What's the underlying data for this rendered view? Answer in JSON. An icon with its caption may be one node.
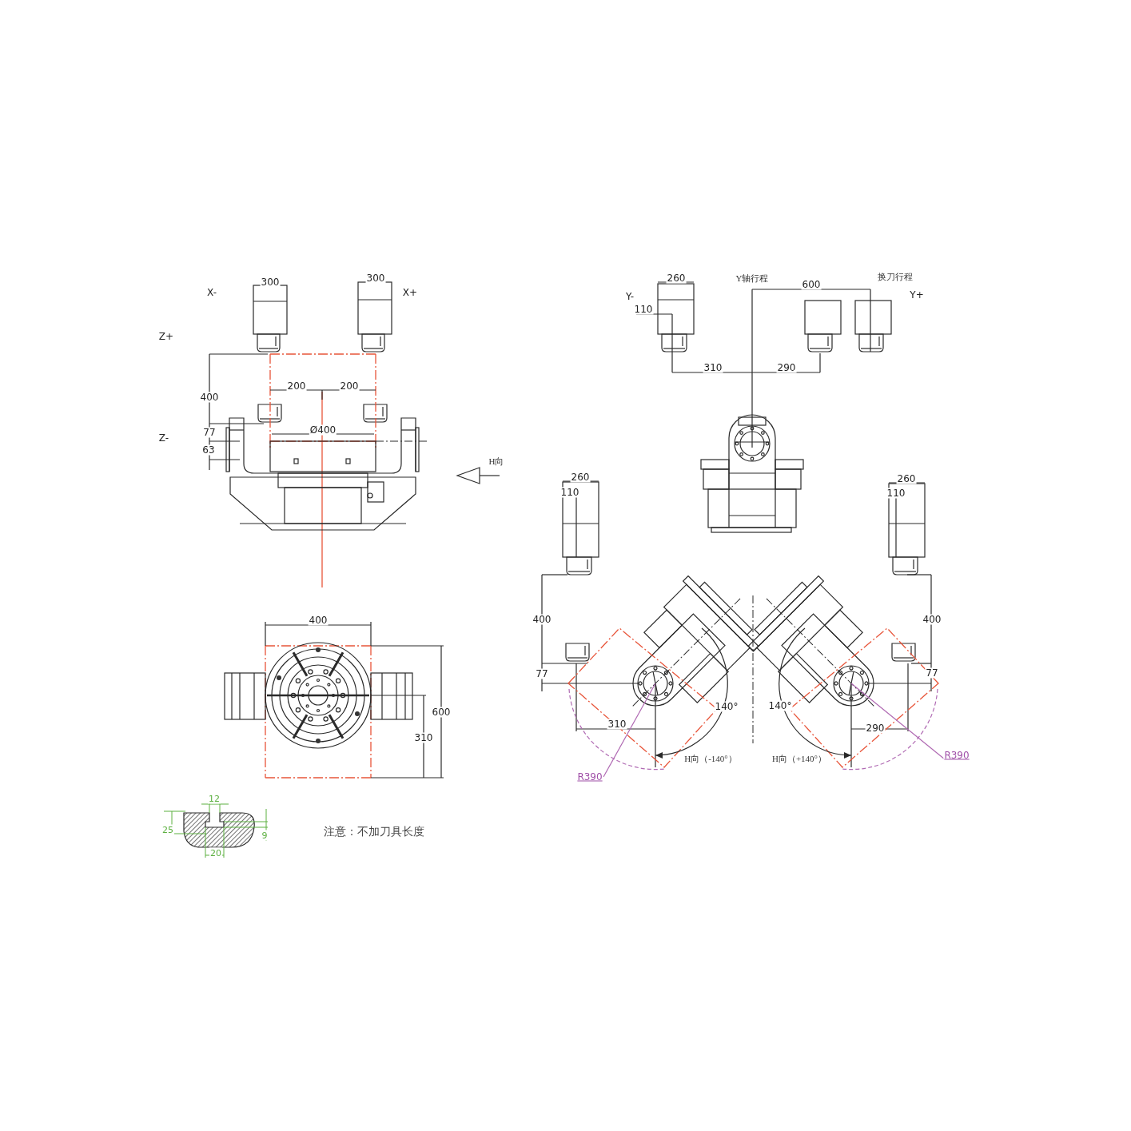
{
  "diagram": {
    "nodes": [
      {
        "text": [
          "R390"
        ]
      },
      {
        "text": [
          "R390"
        ]
      }
    ],
    "edges": [
      {
        "from": 0,
        "to": null,
        "arrow": "none"
      },
      {
        "from": 1,
        "to": null,
        "arrow": "none"
      }
    ],
    "labels": [
      "300",
      "300",
      "X-",
      "X+",
      "Z+",
      "200",
      "200",
      "400",
      "77",
      "Ø400",
      "Z-",
      "63",
      "H向",
      "260",
      "Y轴行程",
      "换刀行程",
      "600",
      "Y-",
      "Y+",
      "110",
      "310",
      "290",
      "260",
      "260",
      "110",
      "110",
      "400",
      "400",
      "77",
      "77",
      "140°",
      "140°",
      "310",
      "290",
      "H向（-140°）",
      "H向（+140°）",
      "400",
      "600",
      "310",
      "12",
      "25",
      "9",
      "20",
      "注意：不加刀具长度"
    ]
  }
}
